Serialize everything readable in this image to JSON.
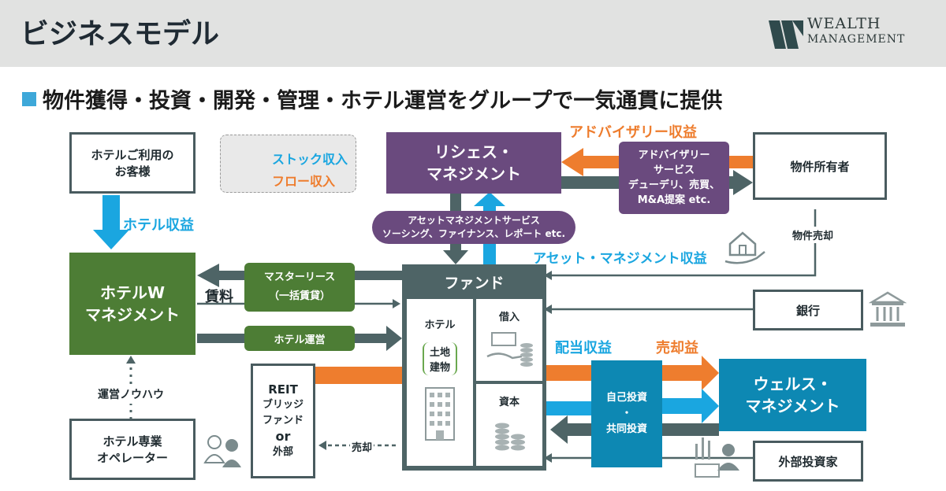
{
  "header": {
    "title": "ビジネスモデル",
    "logo_line1": "WEALTH",
    "logo_line2": "MANAGEMENT"
  },
  "subtitle": "物件獲得・投資・開発・管理・ホテル運営をグループで一気通貫に提供",
  "legend": {
    "stock": "ストック収入",
    "flow": "フロー収入"
  },
  "boxes": {
    "customers": [
      "ホテルご利用の",
      "お客様"
    ],
    "hotel_w": [
      "ホテルW",
      "マネジメント"
    ],
    "operator": [
      "ホテル専業",
      "オペレーター"
    ],
    "rises": [
      "リシェス・",
      "マネジメント"
    ],
    "owner": "物件所有者",
    "bank": "銀行",
    "wealth": [
      "ウェルス・",
      "マネジメント"
    ],
    "external": "外部投資家",
    "fund": "ファンド",
    "fund_hotel": "ホテル",
    "fund_land": [
      "土地",
      "建物"
    ],
    "fund_loan": "借入",
    "fund_capital": "資本",
    "reit": [
      "REIT",
      "ブリッジ",
      "ファンド",
      "or",
      "外部"
    ],
    "advisory_service": [
      "アドバイザリー",
      "サービス",
      "デューデリ、売買、",
      "M&A提案 etc."
    ],
    "asset_service": [
      "アセットマネジメントサービス",
      "ソーシング、ファイナンス、レポート etc."
    ],
    "master_lease": [
      "マスターリース",
      "（一括賃貸）"
    ],
    "hotel_ops": "ホテル運営",
    "self_invest": [
      "自己投資",
      "・",
      "共同投資"
    ]
  },
  "labels": {
    "hotel_revenue": "ホテル収益",
    "advisory_revenue": "アドバイザリー収益",
    "am_revenue": "アセット・マネジメント収益",
    "rent": "賃料",
    "know_how": "運営ノウハウ",
    "property_sale": "物件売却",
    "dividend": "配当収益",
    "sale_gain": "売却益",
    "sale": "売却"
  },
  "colors": {
    "stock": "#1aa6e0",
    "flow": "#ee7d2e",
    "green": "#4d7d35",
    "purple": "#6a4a7e",
    "blue": "#0d88b3",
    "slate": "#4e6466"
  }
}
